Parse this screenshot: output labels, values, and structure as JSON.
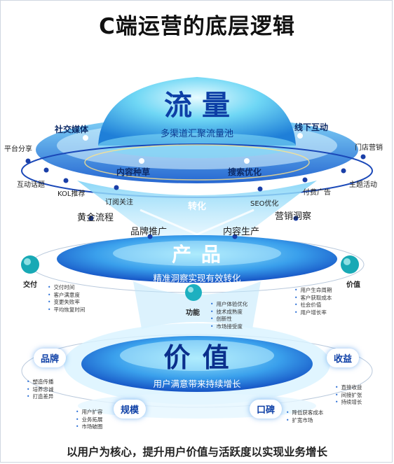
{
  "title": "C端运营的底层逻辑",
  "footer": "以用户为核心，提升用户价值与活跃度以实现业务增长",
  "traffic": {
    "heading": "流 量",
    "subtitle": "多渠道汇聚流量池",
    "nodes_top": [
      "社交媒体",
      "线下互动",
      "内容种草",
      "搜索优化"
    ],
    "ring_labels": [
      "平台分享",
      "门店营销",
      "互动话题",
      "主题活动",
      "KOL推荐",
      "订阅关注",
      "SEO优化",
      "付费广告"
    ]
  },
  "conversion": {
    "label": "转化",
    "items": [
      "黄金流程",
      "营销洞察",
      "品牌推广",
      "内容生产"
    ]
  },
  "product": {
    "heading": "产 品",
    "subtitle": "精准洞察实现有效转化",
    "delivery": {
      "label": "交付",
      "bullets": [
        "交付时间",
        "客户满意度",
        "变更失败率",
        "平均恢复时间"
      ]
    },
    "value": {
      "label": "价值",
      "bullets": [
        "用户生命周期",
        "客户获取成本",
        "社会价值",
        "用户增长率"
      ]
    },
    "function": {
      "label": "功能",
      "bullets": [
        "用户体验优化",
        "技术成熟度",
        "创新性",
        "市场接受度"
      ]
    }
  },
  "value_layer": {
    "heading": "价 值",
    "subtitle": "用户满意带来持续增长",
    "brand": {
      "label": "品牌",
      "bullets": [
        "塑造传播",
        "培养忠诚",
        "打造差异"
      ]
    },
    "revenue": {
      "label": "收益",
      "bullets": [
        "直接收益",
        "间接扩张",
        "持续增长"
      ]
    },
    "scale": {
      "label": "规模",
      "bullets": [
        "用户扩容",
        "业务拓展",
        "市场破圈"
      ]
    },
    "reputation": {
      "label": "口碑",
      "bullets": [
        "降低获客成本",
        "扩宽市场"
      ]
    }
  },
  "colors": {
    "deep_blue": "#0d3fa6",
    "bright_blue": "#2e8ff0",
    "cyan": "#5fe0f5"
  }
}
